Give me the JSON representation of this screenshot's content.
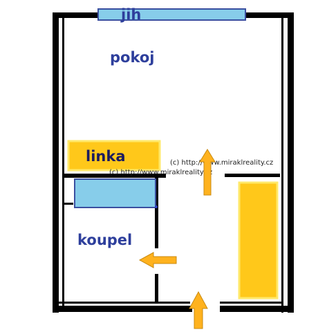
{
  "labels": {
    "south": "jih",
    "room": "pokoj",
    "kitchen_line": "linka",
    "bathroom": "koupel"
  },
  "copyright": {
    "top": "(c) http://www.miraklreality.cz",
    "bottom": "(c) http://www.miraklreality.cz"
  },
  "colors": {
    "wall": "#000000",
    "furniture_yellow": "#ffc81a",
    "furniture_outline": "#ffe96a",
    "window_blue": "#87cdea",
    "window_outline": "#3a4fa0",
    "arrow": "#ffb21e",
    "arrow_outline": "#c98a10",
    "label_blue": "#2e3f9c"
  }
}
